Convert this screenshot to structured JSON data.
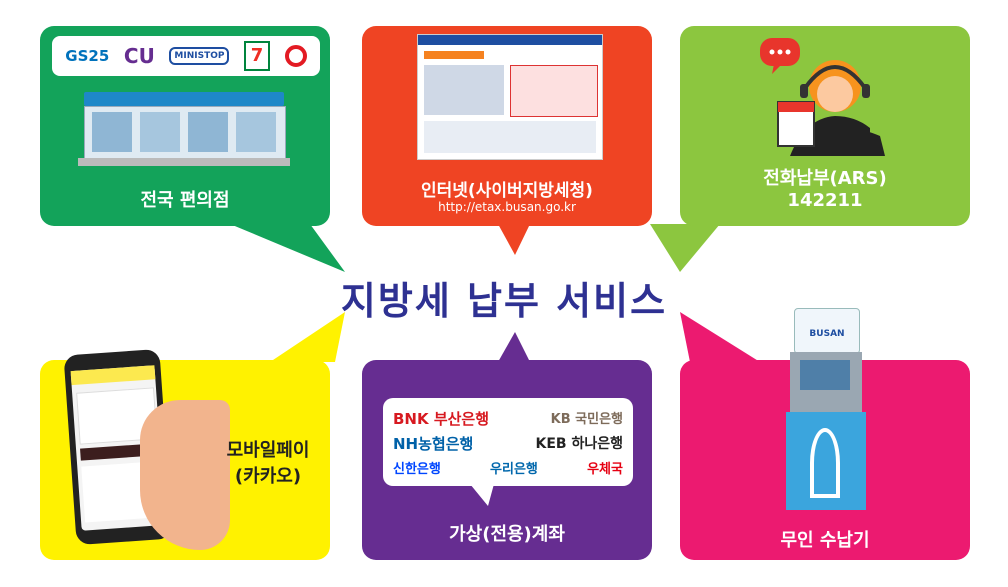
{
  "title": "지방세 납부 서비스",
  "colors": {
    "green": "#13a35a",
    "red_orange": "#ef4423",
    "lime": "#8cc63f",
    "yellow": "#fff200",
    "purple": "#662d91",
    "magenta": "#ec1a70",
    "title": "#2e3192"
  },
  "panels": {
    "convenience": {
      "label": "전국 편의점",
      "brands": [
        "GS25",
        "CU",
        "MINISTOP",
        "7-ELEVEN"
      ]
    },
    "internet": {
      "label": "인터넷(사이버지방세청)",
      "url": "http://etax.busan.go.kr"
    },
    "phone": {
      "label": "전화납부(ARS)",
      "number": "142211"
    },
    "mobile": {
      "label_line1": "모바일페이",
      "label_line2": "(카카오)"
    },
    "virtual": {
      "label": "가상(전용)계좌",
      "banks_row1": [
        "BNK 부산은행",
        "KB 국민은행"
      ],
      "banks_row2": [
        "NH농협은행",
        "KEB 하나은행"
      ],
      "banks_row3": [
        "신한은행",
        "우리은행",
        "우체국"
      ]
    },
    "kiosk": {
      "label": "무인 수납기",
      "brand": "BUSAN"
    }
  }
}
